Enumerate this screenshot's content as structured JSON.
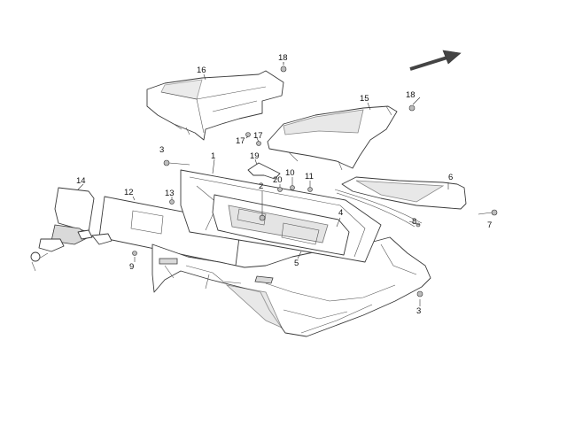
{
  "diagram": {
    "callouts": [
      {
        "id": "c1",
        "label": "1"
      },
      {
        "id": "c2",
        "label": "2"
      },
      {
        "id": "c3a",
        "label": "3"
      },
      {
        "id": "c3b",
        "label": "3"
      },
      {
        "id": "c4",
        "label": "4"
      },
      {
        "id": "c5",
        "label": "5"
      },
      {
        "id": "c6",
        "label": "6"
      },
      {
        "id": "c7",
        "label": "7"
      },
      {
        "id": "c8",
        "label": "8"
      },
      {
        "id": "c9",
        "label": "9"
      },
      {
        "id": "c10",
        "label": "10"
      },
      {
        "id": "c11",
        "label": "11"
      },
      {
        "id": "c12",
        "label": "12"
      },
      {
        "id": "c13",
        "label": "13"
      },
      {
        "id": "c14",
        "label": "14"
      },
      {
        "id": "c15",
        "label": "15"
      },
      {
        "id": "c16",
        "label": "16"
      },
      {
        "id": "c17a",
        "label": "17"
      },
      {
        "id": "c17b",
        "label": "17"
      },
      {
        "id": "c18a",
        "label": "18"
      },
      {
        "id": "c18b",
        "label": "18"
      },
      {
        "id": "c19",
        "label": "19"
      },
      {
        "id": "c20",
        "label": "20"
      }
    ],
    "colors": {
      "line": "#3a3a3a",
      "fill": "#ffffff",
      "shade": "#d9d9d9"
    }
  }
}
